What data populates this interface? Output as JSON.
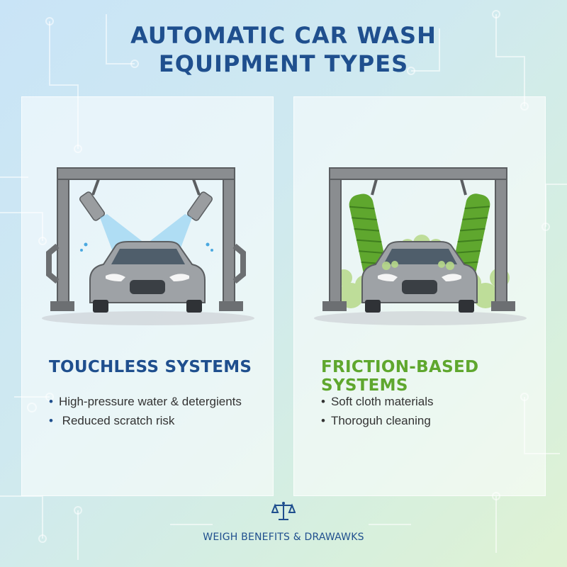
{
  "title": {
    "line1": "AUTOMATIC CAR WASH",
    "line2": "EQUIPMENT TYPES"
  },
  "panels": [
    {
      "heading": "TOUCHLESS SYSTEMS",
      "bullets": [
        "High-pressure water & detergients",
        " Reduced scratch risk"
      ],
      "icon": "touchless-car-wash-illustration"
    },
    {
      "heading": "FRICTION-BASED SYSTEMS",
      "bullets": [
        "Soft cloth materials",
        "Thoroguh cleaning"
      ],
      "icon": "friction-car-wash-illustration"
    }
  ],
  "footer": {
    "text": "WEIGH BENEFITS & DRAWAWKS",
    "icon": "balance-scale-icon"
  },
  "colors": {
    "primary_blue": "#1f4f8e",
    "green": "#5fa72e",
    "frame_gray": "#8a8d90"
  }
}
